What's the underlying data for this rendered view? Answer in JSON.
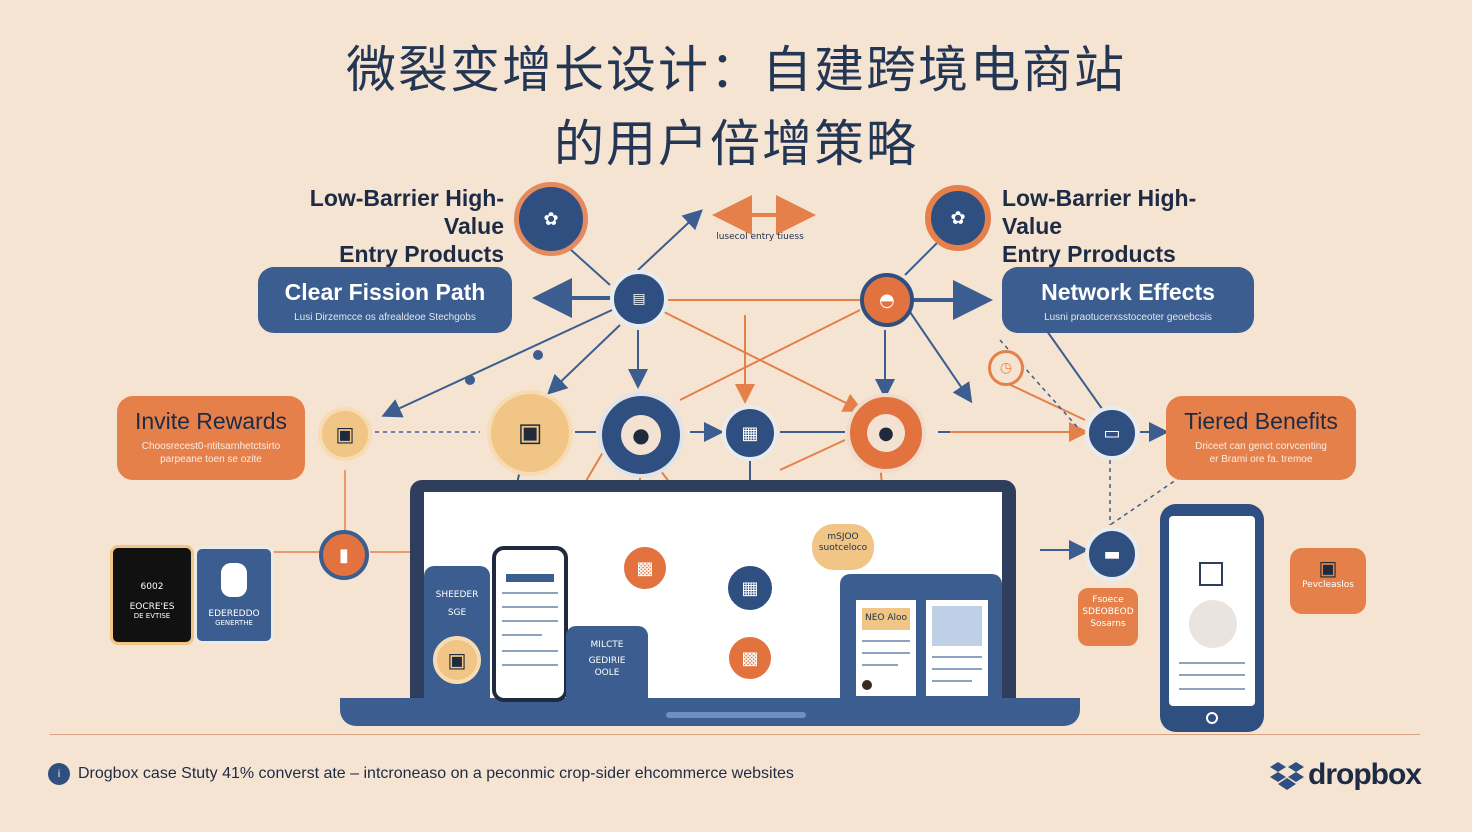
{
  "title": {
    "line1": "微裂变增长设计：自建跨境电商站",
    "line2": "的用户倍增策略"
  },
  "labels": {
    "top_left_heading_1": "Low-Barrier High-Value",
    "top_left_heading_2": "Entry Products",
    "top_right_heading_1": "Low-Barrier High-Value",
    "top_right_heading_2": "Entry Prroducts",
    "top_center_caption": "lusecol entry tiuess"
  },
  "pills": {
    "clear_fission": {
      "title": "Clear Fission Path",
      "subtitle": "Lusi Dirzemcce os afrealdeoe Stechgobs"
    },
    "network_effects": {
      "title": "Network Effects",
      "subtitle": "Lusni praotucerxsstoceoter geoebcsis"
    },
    "invite_rewards": {
      "title": "Invite Rewards",
      "subtitle_1": "Choosrecest0-ntitsarnhetctsirto",
      "subtitle_2": "parpeane toen se ozite"
    },
    "tiered_benefits": {
      "title": "Tiered Benefits",
      "subtitle_1": "Driceet can genct corvcenting",
      "subtitle_2": "er Brami ore fa. tremoe"
    }
  },
  "cards": {
    "black_card_1": "EOCRE'ES",
    "black_card_2": "DE EVTISE",
    "black_card_top": "6002",
    "blue_card_1": "EDEREDDO",
    "blue_card_2": "GENERTHE"
  },
  "screen": {
    "panel_left_1": "SHEEDER",
    "panel_left_2": "SGE",
    "panel_mid_1": "MILCTE",
    "panel_mid_2": "GEDIRIE",
    "panel_mid_3": "OOLE",
    "bubble": "mSJOO\nsuotceloco",
    "right_card": "NEO Aloo"
  },
  "right_side": {
    "small_card": "Fsoece\nSDEOBEOD\nSosarns",
    "orange_card": "Pevcleaslos"
  },
  "footer": {
    "caption": "Drogbox case Stuty 41% converst ate – intcroneaso on a peconmic crop-sider ehcommerce websites",
    "brand": "dropbox"
  },
  "colors": {
    "navy": "#2f4f80",
    "orange": "#e2733f",
    "cream": "#f0c585",
    "background": "#f6e4d2"
  },
  "icons": [
    "network-icon",
    "user-icon",
    "gift-icon",
    "shop-icon",
    "dropbox-logo-icon"
  ]
}
